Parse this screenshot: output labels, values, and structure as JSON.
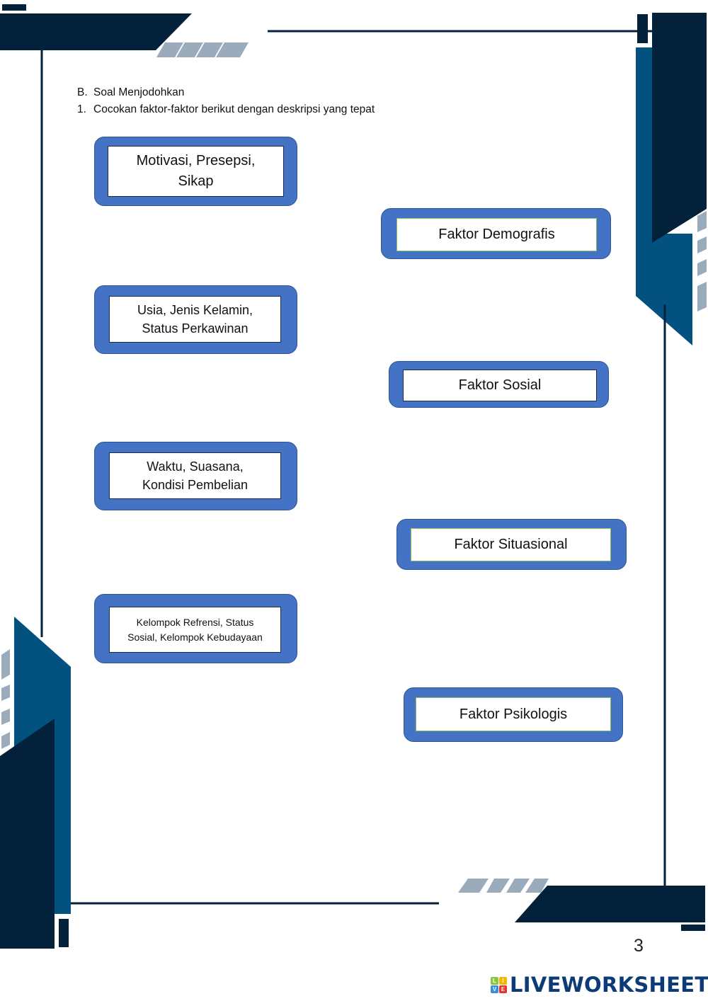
{
  "document": {
    "section_heading": {
      "number": "B.",
      "text": "Soal Menjodohkan"
    },
    "instruction": {
      "number": "1.",
      "text": "Cocokan faktor-faktor berikut dengan deskripsi yang tepat"
    },
    "descriptions": [
      {
        "line1": "Motivasi, Presepsi,",
        "line2": "Sikap"
      },
      {
        "line1": "Usia, Jenis Kelamin,",
        "line2": "Status Perkawinan"
      },
      {
        "line1": "Waktu, Suasana,",
        "line2": "Kondisi Pembelian"
      },
      {
        "line1": "Kelompok Refrensi, Status",
        "line2": "Sosial, Kelompok Kebudayaan"
      }
    ],
    "factors": [
      {
        "label": "Faktor Demografis"
      },
      {
        "label": "Faktor Sosial"
      },
      {
        "label": "Faktor Situasional"
      },
      {
        "label": "Faktor Psikologis"
      }
    ],
    "page_number": "3"
  },
  "branding": {
    "logo_text": "LIVEWORKSHEETS",
    "logo_tiles": [
      "L",
      "I",
      "V",
      "E"
    ],
    "logo_tile_colors": [
      "#8cc63f",
      "#f7b500",
      "#3a8dde",
      "#e5332a"
    ]
  },
  "colors": {
    "frame_dark": "#03213a",
    "frame_blue": "#03517f",
    "stripe_gray": "#9aabbb",
    "card_blue": "#4472c4"
  }
}
